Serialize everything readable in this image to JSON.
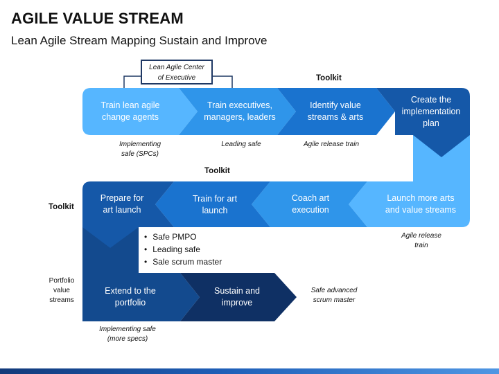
{
  "header": {
    "title": "AGILE VALUE STREAM",
    "subtitle": "Lean Agile Stream Mapping Sustain and Improve"
  },
  "center_box": {
    "line1": "Lean Agile Center",
    "line2": "of Executive"
  },
  "toolkit_labels": [
    "Toolkit",
    "Toolkit",
    "Toolkit"
  ],
  "row1": {
    "steps": [
      {
        "line1": "Train lean agile",
        "line2": "change agents",
        "color": "#56b6ff"
      },
      {
        "line1": "Train executives,",
        "line2": "managers, leaders",
        "color": "#2f95ea"
      },
      {
        "line1": "Identify value",
        "line2": "streams & arts",
        "color": "#1a73cf"
      },
      {
        "line1": "Create the",
        "line2": "implementation",
        "line3": "plan",
        "color": "#1558a8"
      }
    ],
    "notes": [
      {
        "line1": "Implementing",
        "line2": "safe (SPCs)"
      },
      {
        "line1": "Leading safe",
        "line2": ""
      },
      {
        "line1": "Agile release train",
        "line2": ""
      }
    ]
  },
  "row2": {
    "steps": [
      {
        "line1": "Launch more arts",
        "line2": "and value streams",
        "color": "#56b6ff"
      },
      {
        "line1": "Coach art",
        "line2": "execution",
        "color": "#2f95ea"
      },
      {
        "line1": "Train for art",
        "line2": "launch",
        "color": "#1a73cf"
      },
      {
        "line1": "Prepare for",
        "line2": "art launch",
        "color": "#1558a8"
      }
    ],
    "notes": [
      {
        "line1": "Agile release",
        "line2": "train"
      }
    ]
  },
  "bullets": [
    "Safe PMPO",
    "Leading safe",
    "Sale scrum master"
  ],
  "row3": {
    "steps": [
      {
        "line1": "Extend to the",
        "line2": "portfolio",
        "color": "#134a8e"
      },
      {
        "line1": "Sustain and",
        "line2": "improve",
        "color": "#0f3064"
      }
    ],
    "notes": [
      {
        "line1": "Implementing safe",
        "line2": "(more specs)"
      },
      {
        "line1": "Safe advanced",
        "line2": "scrum master"
      }
    ]
  },
  "side_label": {
    "line1": "Portfolio",
    "line2": "value",
    "line3": "streams"
  },
  "colors": {
    "light": "#56b6ff",
    "mid": "#2f95ea",
    "blue": "#1a73cf",
    "dark": "#1558a8",
    "darker": "#134a8e",
    "navy": "#0f3064",
    "connector": "#1f3864"
  }
}
